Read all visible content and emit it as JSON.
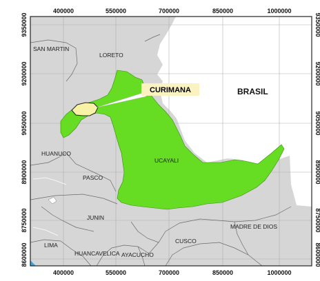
{
  "map": {
    "highlight_label": "CURIMANA",
    "country_label": "BRASIL",
    "region_labels": {
      "san_martin": "SAN MARTIN",
      "loreto": "LORETO",
      "huanuco": "HUANUCO",
      "pasco": "PASCO",
      "ucayali": "UCAYALI",
      "junin": "JUNIN",
      "madre_de_dios": "MADRE DE DIOS",
      "lima": "LIMA",
      "huancavelica": "HUANCAVELICA",
      "ayacucho": "AYACUCHO",
      "cusco": "CUSCO"
    },
    "x_ticks": [
      "400000",
      "550000",
      "700000",
      "850000",
      "1000000"
    ],
    "y_ticks": [
      "9350000",
      "9200000",
      "9050000",
      "8900000",
      "8750000",
      "8600000"
    ],
    "colors": {
      "ucayali": "#66dd22",
      "curimana": "#f8f2a6",
      "peru_land": "#d6d6d6",
      "brazil": "#ffffff",
      "grid": "#b0b0b0",
      "callout_bg": "#fbf3bf"
    }
  }
}
